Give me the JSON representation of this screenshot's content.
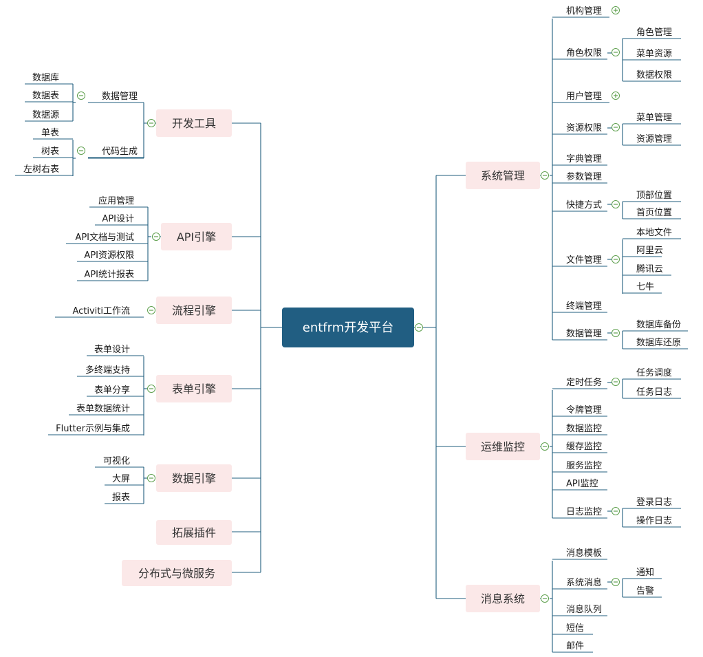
{
  "root": {
    "label": "entfrm开发平台"
  },
  "colors": {
    "root_fill": "#215e82",
    "line": "#1f5e7e",
    "node_fill": "#fbe8e8",
    "toggle": "#5fa04e"
  },
  "icons": {
    "collapse": "minus-circle-icon",
    "expand": "plus-circle-icon"
  },
  "left": [
    {
      "label": "开发工具",
      "children": [
        {
          "label": "数据管理",
          "children": [
            {
              "label": "数据库"
            },
            {
              "label": "数据表"
            },
            {
              "label": "数据源"
            }
          ]
        },
        {
          "label": "代码生成",
          "children": [
            {
              "label": "单表"
            },
            {
              "label": "树表"
            },
            {
              "label": "左树右表"
            }
          ]
        }
      ]
    },
    {
      "label": "API引擎",
      "children": [
        {
          "label": "应用管理"
        },
        {
          "label": "API设计"
        },
        {
          "label": "API文档与测试"
        },
        {
          "label": "API资源权限"
        },
        {
          "label": "API统计报表"
        }
      ]
    },
    {
      "label": "流程引擎",
      "children": [
        {
          "label": "Activiti工作流"
        }
      ]
    },
    {
      "label": "表单引擎",
      "children": [
        {
          "label": "表单设计"
        },
        {
          "label": "多终端支持"
        },
        {
          "label": "表单分享"
        },
        {
          "label": "表单数据统计"
        },
        {
          "label": "Flutter示例与集成"
        }
      ]
    },
    {
      "label": "数据引擎",
      "children": [
        {
          "label": "可视化"
        },
        {
          "label": "大屏"
        },
        {
          "label": "报表"
        }
      ]
    },
    {
      "label": "拓展插件"
    },
    {
      "label": "分布式与微服务"
    }
  ],
  "right": [
    {
      "label": "系统管理",
      "children": [
        {
          "label": "机构管理",
          "collapsed": true
        },
        {
          "label": "角色权限",
          "children": [
            {
              "label": "角色管理"
            },
            {
              "label": "菜单资源"
            },
            {
              "label": "数据权限"
            }
          ]
        },
        {
          "label": "用户管理",
          "collapsed": true
        },
        {
          "label": "资源权限",
          "children": [
            {
              "label": "菜单管理"
            },
            {
              "label": "资源管理"
            }
          ]
        },
        {
          "label": "字典管理"
        },
        {
          "label": "参数管理"
        },
        {
          "label": "快捷方式",
          "children": [
            {
              "label": "顶部位置"
            },
            {
              "label": "首页位置"
            }
          ]
        },
        {
          "label": "文件管理",
          "children": [
            {
              "label": "本地文件"
            },
            {
              "label": "阿里云"
            },
            {
              "label": "腾讯云"
            },
            {
              "label": "七牛"
            }
          ]
        },
        {
          "label": "终端管理"
        },
        {
          "label": "数据管理",
          "children": [
            {
              "label": "数据库备份"
            },
            {
              "label": "数据库还原"
            }
          ]
        }
      ]
    },
    {
      "label": "运维监控",
      "children": [
        {
          "label": "定时任务",
          "children": [
            {
              "label": "任务调度"
            },
            {
              "label": "任务日志"
            }
          ]
        },
        {
          "label": "令牌管理"
        },
        {
          "label": "数据监控"
        },
        {
          "label": "缓存监控"
        },
        {
          "label": "服务监控"
        },
        {
          "label": "API监控"
        },
        {
          "label": "日志监控",
          "children": [
            {
              "label": "登录日志"
            },
            {
              "label": "操作日志"
            }
          ]
        }
      ]
    },
    {
      "label": "消息系统",
      "children": [
        {
          "label": "消息模板"
        },
        {
          "label": "系统消息",
          "children": [
            {
              "label": "通知"
            },
            {
              "label": "告警"
            }
          ]
        },
        {
          "label": "消息队列"
        },
        {
          "label": "短信"
        },
        {
          "label": "邮件"
        }
      ]
    }
  ]
}
